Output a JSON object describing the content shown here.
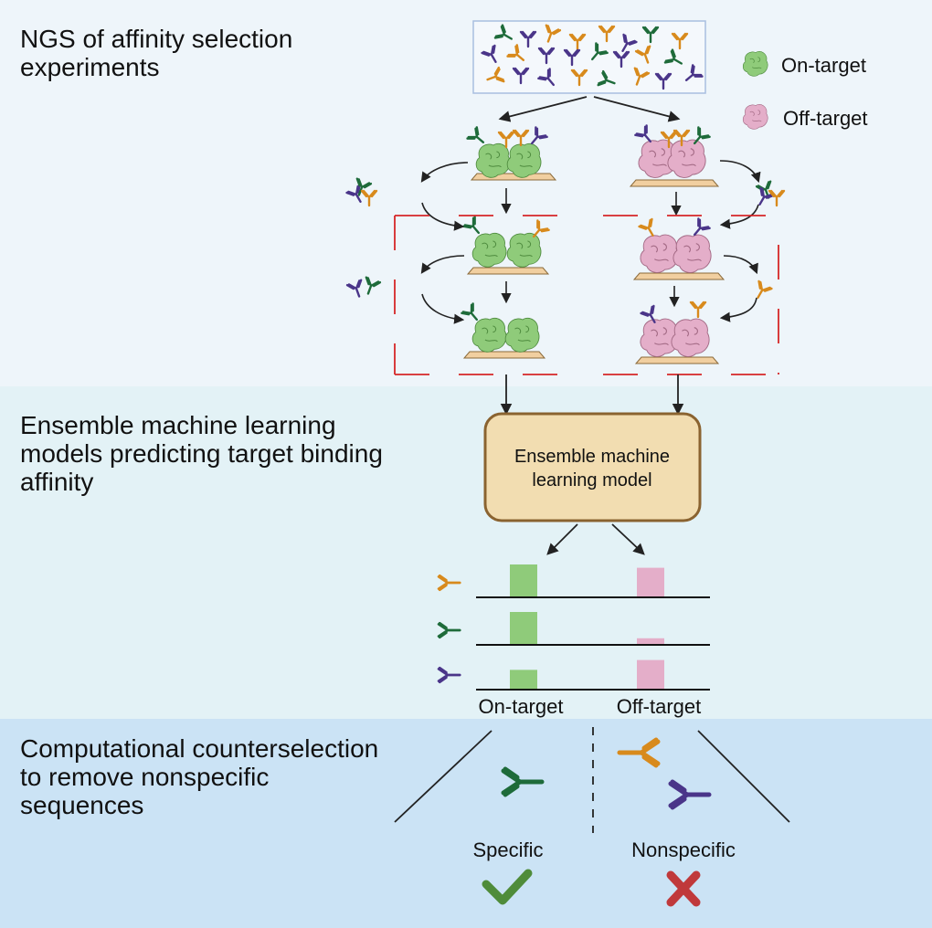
{
  "sections": {
    "ngs": "NGS of affinity selection experiments",
    "ml": "Ensemble machine learning models predicting target binding affinity",
    "counter": "Computational counterselection to remove nonspecific sequences"
  },
  "legend": {
    "on_target": "On-target",
    "off_target": "Off-target"
  },
  "model_box": {
    "line1": "Ensemble machine",
    "line2": "learning model"
  },
  "chart": {
    "categories": [
      "On-target",
      "Off-target"
    ],
    "rows": [
      {
        "antibody": "orange",
        "values": [
          1.0,
          0.9
        ]
      },
      {
        "antibody": "green",
        "values": [
          1.0,
          0.2
        ]
      },
      {
        "antibody": "purple",
        "values": [
          0.6,
          0.9
        ]
      }
    ]
  },
  "outcome": {
    "specific": "Specific",
    "nonspecific": "Nonspecific"
  },
  "colors": {
    "orange": "#d88a1c",
    "green": "#1e6b3a",
    "purple": "#4a3589",
    "on_target": "#8fcb7a",
    "off_target": "#e4aec9",
    "band1": "#eef5fa",
    "band2": "#e3f2f6",
    "band3": "#cbe3f5",
    "check": "#4f8c3a",
    "cross": "#c0393b"
  }
}
